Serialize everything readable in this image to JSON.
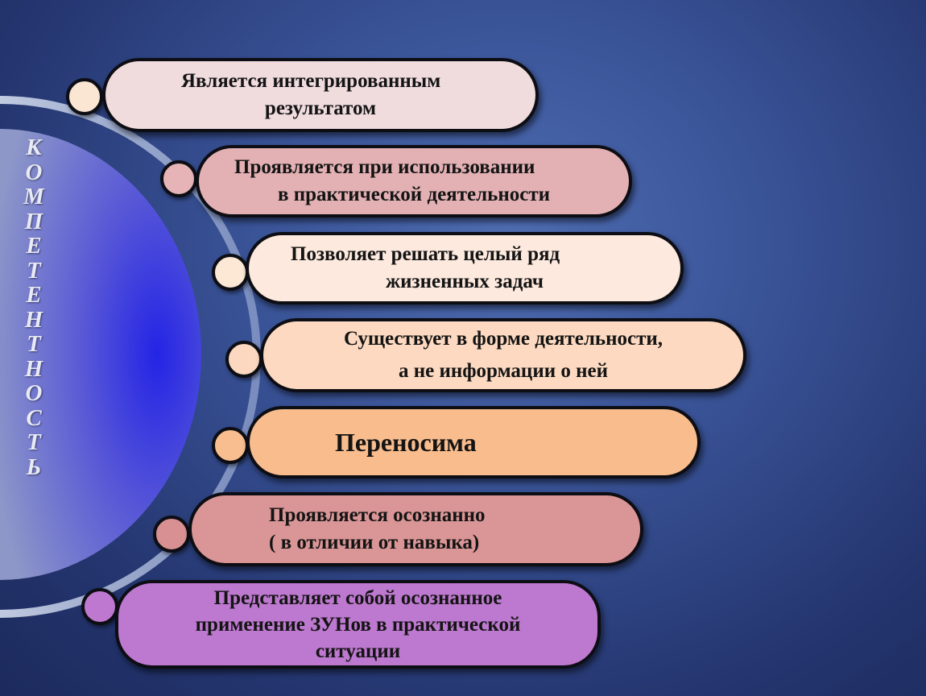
{
  "vertical_word": "КОМПЕТЕНТНОСТЬ",
  "items": [
    {
      "lines": [
        "Является интегрированным",
        "результатом"
      ],
      "fill": "#f0dbdd",
      "dot": "#fbe5d3"
    },
    {
      "lines": [
        "Проявляется при использовании",
        "в практической деятельности"
      ],
      "fill": "#e3b1b4",
      "dot": "#e6b4b7"
    },
    {
      "lines": [
        "Позволяет решать целый ряд",
        "жизненных задач"
      ],
      "fill": "#fde9de",
      "dot": "#fde8d6"
    },
    {
      "lines": [
        "Существует в форме деятельности,",
        "а не информации о ней"
      ],
      "fill": "#fcd9c0",
      "dot": "#fbd8bf"
    },
    {
      "lines": [
        "Переносима"
      ],
      "fill": "#f8bc8d",
      "dot": "#f8be8f"
    },
    {
      "lines": [
        "Проявляется осознанно",
        "( в отличии от навыка)"
      ],
      "fill": "#da9596",
      "dot": "#d89093"
    },
    {
      "lines": [
        "Представляет собой осознанное",
        "применение ЗУНов в практической",
        "ситуации"
      ],
      "fill": "#bd78cf",
      "dot": "#bf78d0"
    }
  ]
}
